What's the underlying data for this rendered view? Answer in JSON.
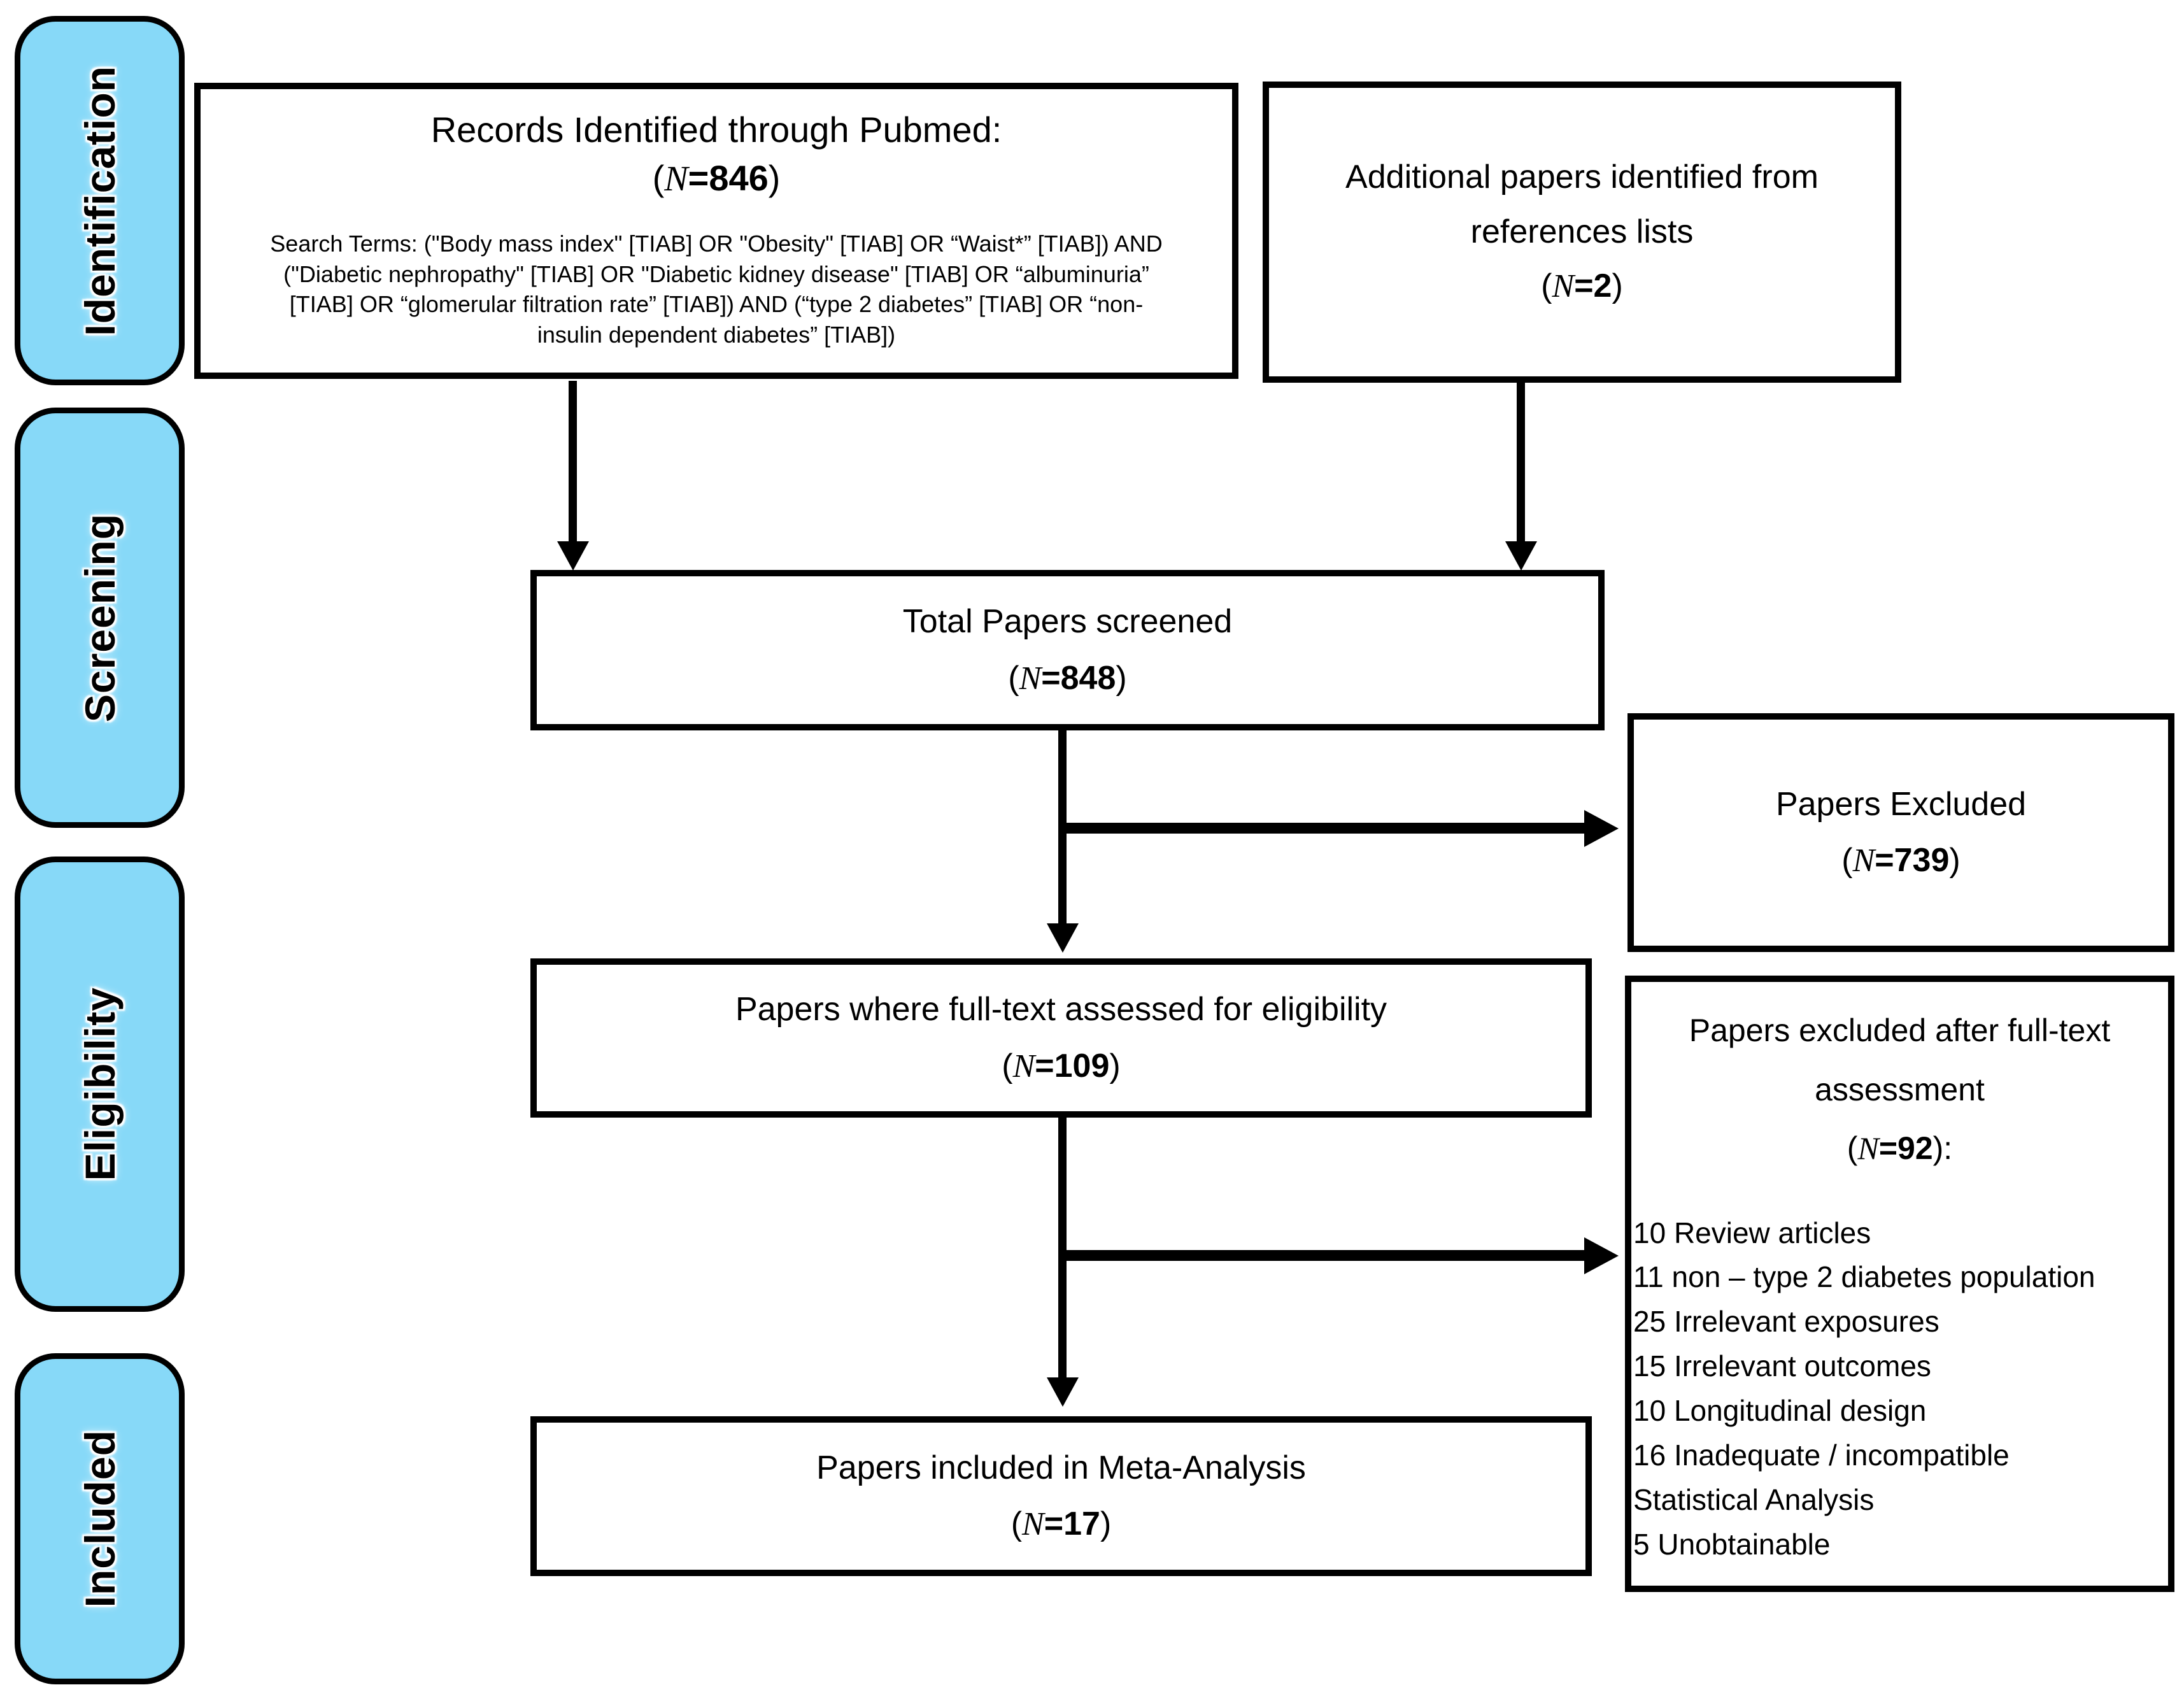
{
  "colors": {
    "stage_fill": "#87D9F8",
    "border": "#000000",
    "box_fill": "#FFFFFF"
  },
  "sidebar": {
    "items": [
      {
        "label": "Identification"
      },
      {
        "label": "Screening"
      },
      {
        "label": "Eligibility"
      },
      {
        "label": "Included"
      }
    ]
  },
  "boxes": {
    "records": {
      "title": "Records Identified through Pubmed:",
      "n": {
        "pre": "(",
        "sym": "N",
        "val": "=846",
        "post": ")"
      },
      "search_lines": [
        "Search Terms: (\"Body mass index\" [TIAB] OR \"Obesity\" [TIAB] OR “Waist*” [TIAB]) AND",
        "(\"Diabetic nephropathy\" [TIAB] OR \"Diabetic kidney disease\" [TIAB] OR “albuminuria”",
        "[TIAB] OR “glomerular filtration rate” [TIAB]) AND (“type 2 diabetes” [TIAB] OR “non-",
        "insulin dependent diabetes” [TIAB])"
      ]
    },
    "additional": {
      "line1": "Additional papers identified from",
      "line2": "references lists",
      "n": {
        "pre": "(",
        "sym": "N",
        "val": "=2",
        "post": ")"
      }
    },
    "screened": {
      "line1": "Total Papers screened",
      "n": {
        "pre": "(",
        "sym": "N",
        "val": "=848",
        "post": ")"
      }
    },
    "excluded": {
      "line1": "Papers Excluded",
      "n": {
        "pre": "(",
        "sym": "N",
        "val": "=739",
        "post": ")"
      }
    },
    "fulltext": {
      "line1": "Papers where full-text assessed for eligibility",
      "n": {
        "pre": "(",
        "sym": "N",
        "val": "=109",
        "post": ")"
      }
    },
    "after_fulltext": {
      "title1": "Papers excluded after full-text",
      "title2": "assessment",
      "n": {
        "pre": "(",
        "sym": "N",
        "val": "=92",
        "post": "):"
      },
      "items": [
        "10 Review articles",
        "11 non – type 2 diabetes population",
        "25 Irrelevant exposures",
        "15 Irrelevant outcomes",
        "10 Longitudinal design",
        "16 Inadequate / incompatible",
        "Statistical Analysis",
        "5 Unobtainable"
      ]
    },
    "included": {
      "line1": "Papers included in Meta-Analysis",
      "n": {
        "pre": "(",
        "sym": "N",
        "val": "=17",
        "post": ")"
      }
    }
  }
}
